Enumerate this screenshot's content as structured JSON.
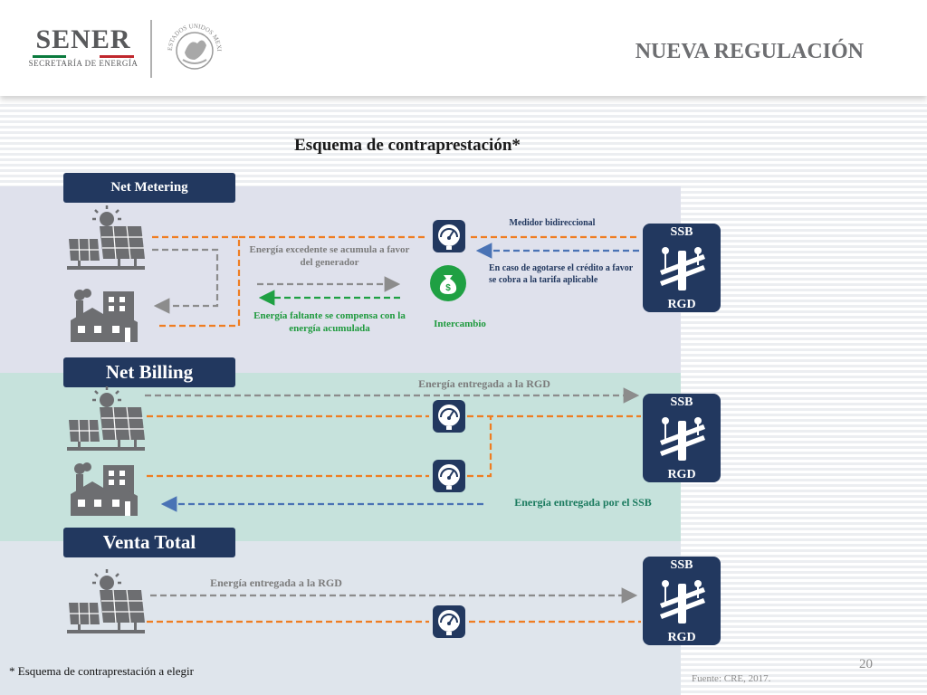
{
  "header": {
    "logo_name": "SENER",
    "logo_sub": "SECRETARÍA DE ENERGÍA",
    "seal_text": "ESTADOS UNIDOS MEXICANOS",
    "title": "NUEVA REGULACIÓN"
  },
  "diagram": {
    "title": "Esquema de contraprestación*",
    "net_metering": {
      "badge": "Net Metering",
      "meter_label": "Medidor bidireccional",
      "excess_label": "Energía excedente se acumula a favor del generador",
      "deficit_label": "Energía faltante se compensa con la energía acumulada",
      "credit_note": "En caso de agotarse el crédito a favor se cobra a la tarifa aplicable",
      "exchange_label": "Intercambio",
      "ssb_top": "SSB",
      "ssb_bottom": "RGD"
    },
    "net_billing": {
      "badge": "Net Billing",
      "delivered_label": "Energía entregada a la RGD",
      "received_label": "Energía entregada  por el SSB",
      "ssb_top": "SSB",
      "ssb_bottom": "RGD"
    },
    "venta_total": {
      "badge": "Venta Total",
      "delivered_label": "Energía entregada a la RGD",
      "ssb_top": "SSB",
      "ssb_bottom": "RGD"
    },
    "colors": {
      "navy": "#22385f",
      "orange": "#ef7d22",
      "gray": "#8c8c8c",
      "blue": "#4a73b5",
      "green": "#1fa043",
      "band_nm": "#dfe1ec",
      "band_nb": "#c6e2dc",
      "band_vt": "#dfe5ec"
    },
    "icons": [
      "solar-panel-icon",
      "factory-house-icon",
      "meter-icon",
      "money-bag-icon",
      "power-pole-icon"
    ]
  },
  "footer": {
    "footnote": "* Esquema de contraprestación a elegir",
    "source": "Fuente: CRE, 2017.",
    "page_number": "20"
  }
}
